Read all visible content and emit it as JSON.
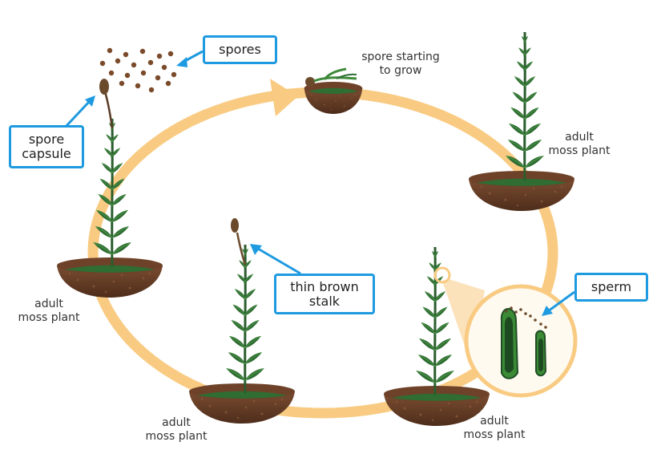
{
  "labels": {
    "spores": "spores",
    "spore_capsule": "spore\ncapsule",
    "thin_brown_stalk": "thin brown\nstalk",
    "sperm": "sperm",
    "spore_starting_to_grow": "spore starting\nto grow",
    "adult_moss_plant": "adult\nmoss plant"
  },
  "colors": {
    "cycle_ring": "#f9cb82",
    "callout_blue": "#1e9ae0",
    "soil": "#6b4128",
    "leaf_dark": "#25572a",
    "leaf_light": "#3f8a3b",
    "capsule": "#6b4a2c"
  }
}
